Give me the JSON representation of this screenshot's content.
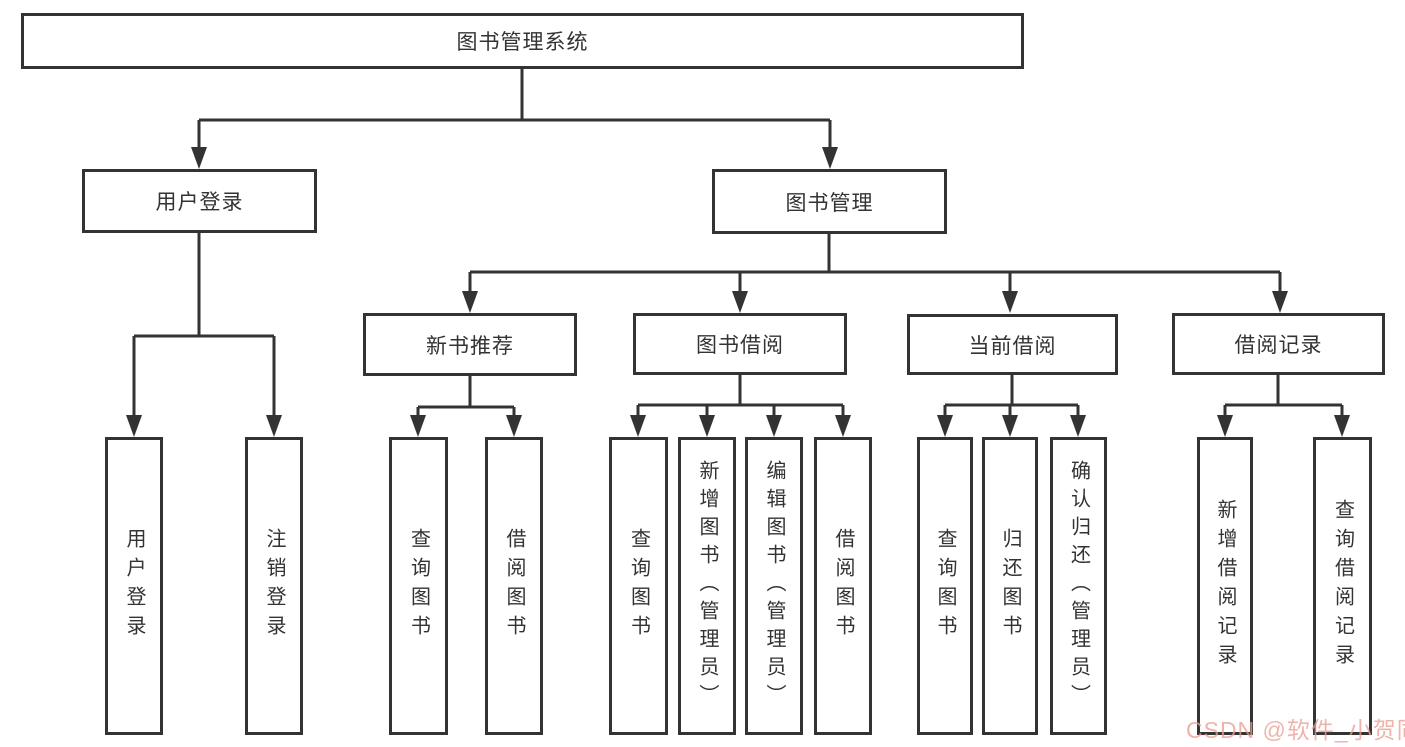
{
  "colors": {
    "line": "#333333",
    "text": "#333333",
    "box_background": "#ffffff",
    "watermark": "#e99f94"
  },
  "root": {
    "label": "图书管理系统"
  },
  "level2": {
    "user_login": {
      "label": "用户登录"
    },
    "book_mgmt": {
      "label": "图书管理"
    }
  },
  "level3": {
    "new_books": {
      "label": "新书推荐"
    },
    "book_borrow": {
      "label": "图书借阅"
    },
    "current_borrow": {
      "label": "当前借阅"
    },
    "borrow_records": {
      "label": "借阅记录"
    }
  },
  "level4": {
    "ul_login": {
      "label": "用户登录"
    },
    "ul_logout": {
      "label": "注销登录"
    },
    "nb_query": {
      "label": "查询图书"
    },
    "nb_borrow": {
      "label": "借阅图书"
    },
    "bb_query": {
      "label": "查询图书"
    },
    "bb_add": {
      "label": "新增图书（管理员）"
    },
    "bb_edit": {
      "label": "编辑图书（管理员）"
    },
    "bb_borrow": {
      "label": "借阅图书"
    },
    "cb_query": {
      "label": "查询图书"
    },
    "cb_return": {
      "label": "归还图书"
    },
    "cb_confirm": {
      "label": "确认归还（管理员）"
    },
    "br_add": {
      "label": "新增借阅记录"
    },
    "br_query": {
      "label": "查询借阅记录"
    }
  },
  "watermark": {
    "text": "CSDN @软件_小贺同学"
  }
}
